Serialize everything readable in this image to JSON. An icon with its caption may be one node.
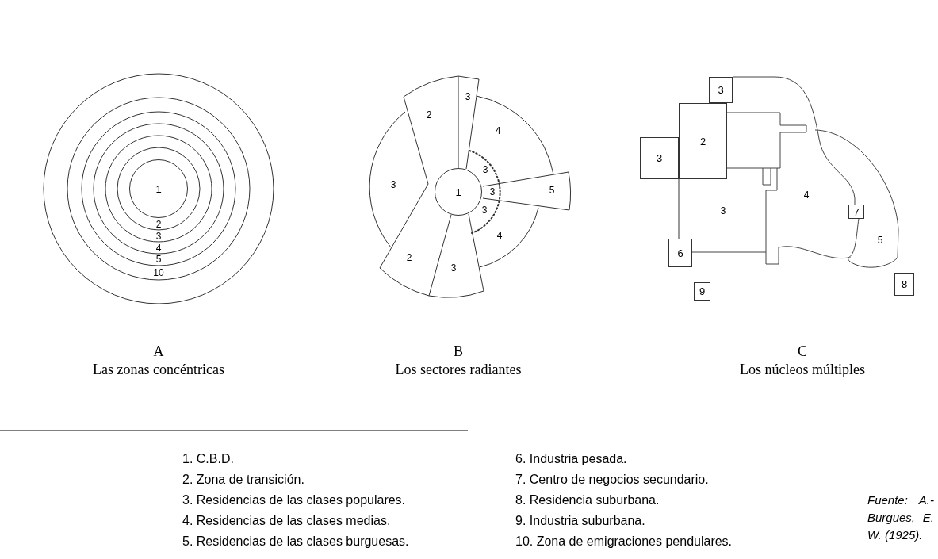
{
  "diagram": {
    "nodes": [
      {
        "text": [
          "1"
        ]
      },
      {
        "text": [
          "1"
        ]
      },
      {
        "text": [
          "3"
        ]
      },
      {
        "text": [
          "2"
        ]
      },
      {
        "text": [
          "3"
        ]
      },
      {
        "text": [
          "7"
        ]
      },
      {
        "text": [
          "6"
        ]
      },
      {
        "text": [
          "9"
        ]
      },
      {
        "text": [
          "8"
        ]
      }
    ],
    "edges": [
      {
        "from": 3,
        "to": 6,
        "arrow": "none"
      }
    ],
    "labels": [
      "2",
      "3",
      "4",
      "5",
      "10",
      "3",
      "2",
      "4",
      "3",
      "3",
      "3",
      "5",
      "3",
      "4",
      "2",
      "3",
      "4",
      "3",
      "5",
      "A",
      "Las zonas concéntricas",
      "B",
      "Los sectores radiantes",
      "C",
      "Los núcleos múltiples",
      "1. C.B.D.",
      "2. Zona de transición.",
      "3. Residencias de las clases populares.",
      "4. Residencias de las clases medias.",
      "5. Residencias de las clases burguesas.",
      "6. Industria pesada.",
      "7. Centro de negocios secundario.",
      "8. Residencia suburbana.",
      "9. Industria suburbana.",
      "10. Zona de emigraciones pendulares.",
      "Fuente: A.- Burgues, E. W. (1925)."
    ]
  }
}
